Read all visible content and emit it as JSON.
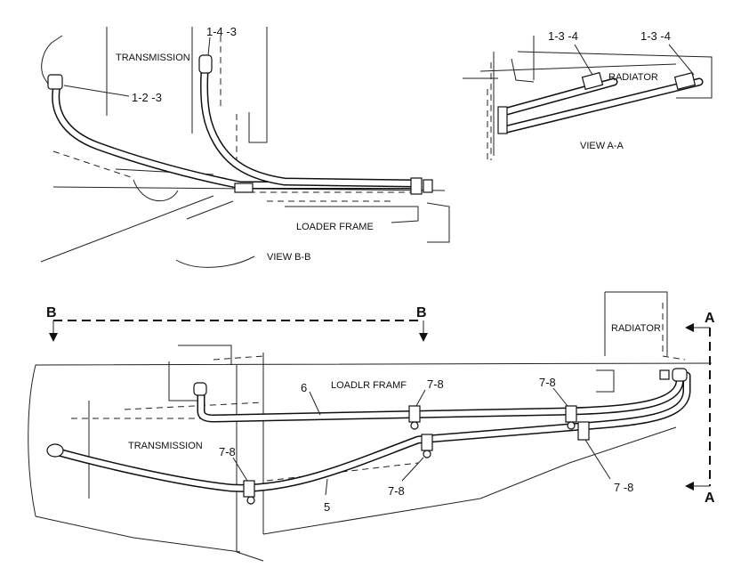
{
  "views": {
    "view_bb": {
      "caption": "VIEW B-B",
      "labels": {
        "transmission": "TRANSMISSION",
        "loader_frame": "LOADER FRAME"
      },
      "callouts": [
        "1-4 -3",
        "1-2 -3"
      ]
    },
    "view_aa": {
      "caption": "VIEW A-A",
      "labels": {
        "radiator": "RADIATOR"
      },
      "callouts": [
        "1-3 -4",
        "1-3 -4"
      ]
    },
    "main": {
      "labels": {
        "radiator": "RADIATOR",
        "loader_frame": "LOADLR FRAMF",
        "transmission": "TRANSMISSION"
      },
      "section_markers": {
        "b_left": "B",
        "b_right": "B",
        "a_top": "A",
        "a_bottom": "A"
      },
      "callouts": [
        "6",
        "5",
        "7-8",
        "7-8",
        "7-8",
        "7-8",
        "7 -8"
      ]
    }
  }
}
